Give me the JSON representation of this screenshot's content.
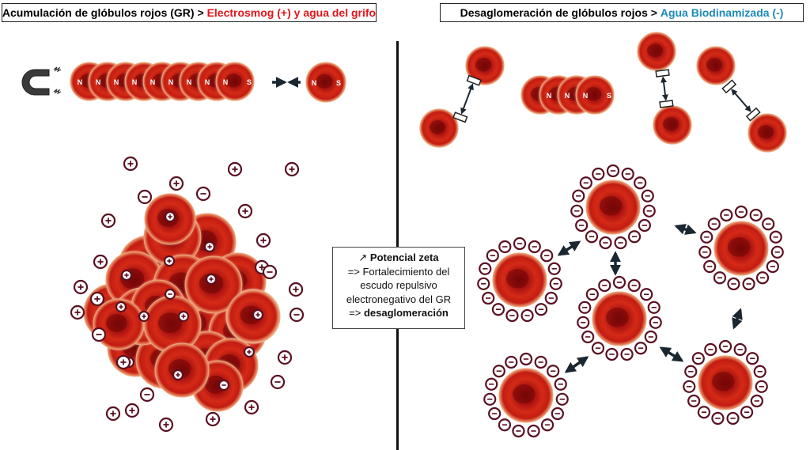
{
  "left_title": {
    "prefix": "Acumulación de glóbulos rojos (GR)",
    "separator": ">",
    "highlight": "Electrosmog (+) y agua del grifo",
    "highlight_color": "#e4161b"
  },
  "right_title": {
    "prefix": "Desaglomeración de glóbulos rojos",
    "separator": ">",
    "highlight": "Agua Biodinamizada (-)",
    "highlight_color": "#1c8ab8"
  },
  "info": {
    "line1_icon": "↗",
    "line1_bold": "Potencial zeta",
    "line2": "=> Fortalecimiento del",
    "line3": "escudo repulsivo",
    "line4": "electronegativo del GR",
    "line5_prefix": "=>",
    "line5_bold": "desaglomeración"
  },
  "pole_labels": {
    "north": "N",
    "south": "S"
  },
  "charge_symbols": {
    "positive": "+",
    "negative": "−"
  },
  "colors": {
    "cell": "#b01010",
    "charge_ring": "#5a1020",
    "arrow": "#1a2630"
  },
  "icons": [
    "magnet-icon",
    "spark-icon",
    "double-arrow-icon",
    "spring-icon"
  ]
}
